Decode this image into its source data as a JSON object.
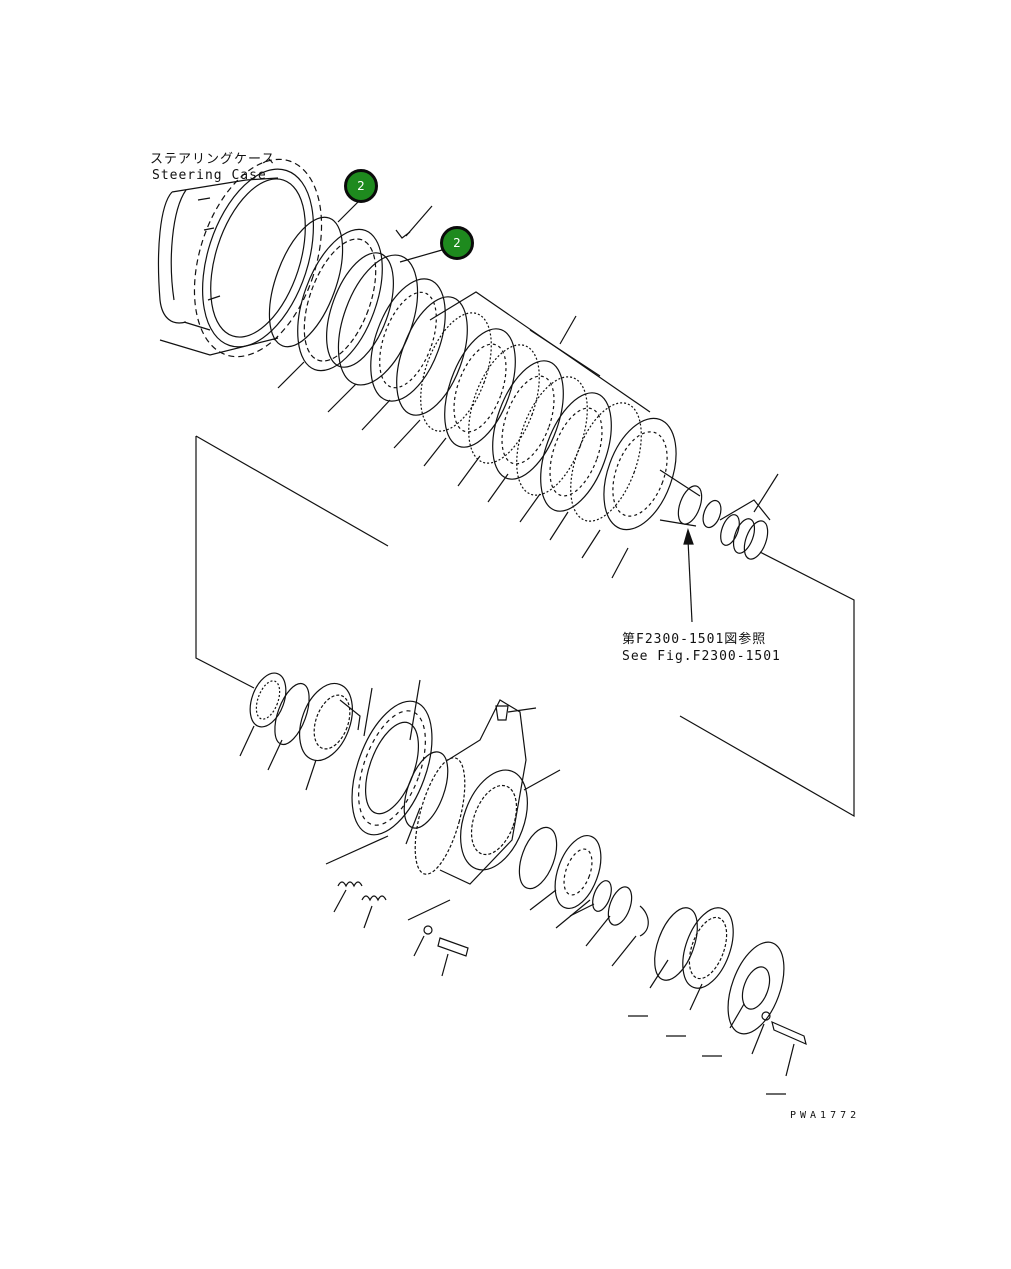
{
  "drawing": {
    "steering_case_label_jp": "ステアリングケース",
    "steering_case_label_en": "Steering Case",
    "figure_ref_jp": "第F2300-1501図参照",
    "figure_ref_en": "See Fig.F2300-1501",
    "drawing_code": "PWA1772"
  },
  "callouts": [
    {
      "label": "2",
      "color": "#1e8a1e"
    },
    {
      "label": "2",
      "color": "#1e8a1e"
    }
  ]
}
